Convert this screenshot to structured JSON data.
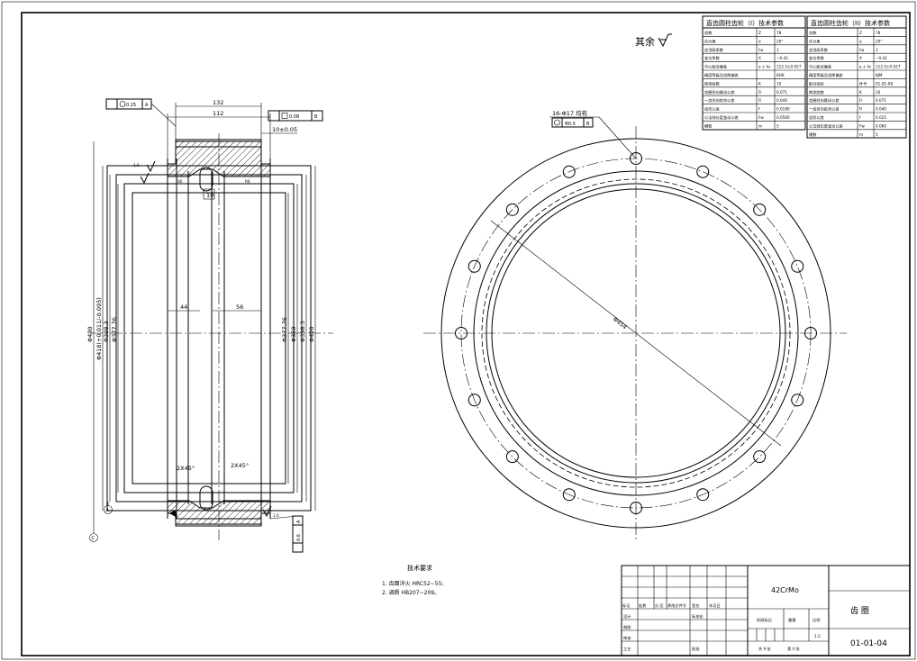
{
  "unmarked_roughness_label": "其余",
  "section_view": {
    "datum_a": "A",
    "datum_b": "B",
    "datum_c": "C",
    "fcf_top_left": "0.25",
    "fcf_top_left_datum": "A",
    "fcf_top_right": "0.08",
    "fcf_top_right_datum": "B",
    "fcf_bottom": "0.6",
    "fcf_bottom_datum": "A",
    "dim_132": "132",
    "dim_112": "112",
    "dim_10": "10±0.05",
    "dim_19": "19",
    "dim_44": "44",
    "dim_56": "56",
    "chamfer_left": "2X45°",
    "chamfer_right": "2X45°",
    "dia_left": [
      "Φ490",
      "Φ418(+0.011/-0.095)",
      "Φ398.3",
      "Φ377.76"
    ],
    "dia_right": [
      "Φ377.76",
      "Φ350",
      "Φ398.3",
      "Φ420"
    ],
    "roughness_1": "1.6",
    "roughness_2": "1.6",
    "surf_small": "R6"
  },
  "front_view": {
    "holes_note": "16-Φ17  均布",
    "fcf_holes": "Φ0.5",
    "fcf_holes_datum": "B",
    "pcd_label": "Φ454"
  },
  "gear_table_1": {
    "title": "直齿圆柱齿轮（I）技术参数",
    "rows": [
      [
        "齿数",
        "Z",
        "78"
      ],
      [
        "压力角",
        "α",
        "20°"
      ],
      [
        "齿顶高系数",
        "ha",
        "1"
      ],
      [
        "变位系数",
        "X",
        "−0.42"
      ],
      [
        "中心距及偏差",
        "a ± fa",
        "112.5±0.027"
      ],
      [
        "精度等级及齿厚偏差",
        "",
        "8HK"
      ],
      [
        "跨测齿数",
        "K",
        "10"
      ],
      [
        "齿圈径向跳动公差",
        "Fr",
        "0.071"
      ],
      [
        "一齿径向综合公差",
        "Fi",
        "0.040"
      ],
      [
        "齿形公差",
        "f",
        "0.0180"
      ],
      [
        "公法线长度变动公差",
        "Fw",
        "0.0500"
      ],
      [
        "模数",
        "m",
        "5"
      ]
    ]
  },
  "gear_table_2": {
    "title": "直齿圆柱齿轮（II）技术参数",
    "rows": [
      [
        "齿数",
        "Z",
        "78"
      ],
      [
        "压力角",
        "α",
        "20°"
      ],
      [
        "齿顶高系数",
        "ha",
        "1"
      ],
      [
        "变位系数",
        "X",
        "−0.42"
      ],
      [
        "中心距及偏差",
        "a ± fa",
        "112.5±0.027"
      ],
      [
        "精度等级及齿厚偏差",
        "",
        "8JM"
      ],
      [
        "配对齿轮",
        "件号",
        "01-01-08"
      ],
      [
        "跨测齿数",
        "K",
        "10"
      ],
      [
        "齿圈径向跳动公差",
        "Fr",
        "0.071"
      ],
      [
        "一齿径向综合公差",
        "Fi",
        "0.040"
      ],
      [
        "齿形公差",
        "f",
        "0.025"
      ],
      [
        "公法线长度变动公差",
        "Fw",
        "0.060"
      ],
      [
        "模数",
        "m",
        "5"
      ]
    ]
  },
  "tech_req": {
    "title": "技术要求",
    "items": [
      "1. 齿面淬火 HRC52~55;",
      "2. 调质 HB207~209。"
    ]
  },
  "title_block": {
    "material": "42CrMo",
    "part_name": "齿 圈",
    "drawing_no": "01-01-04",
    "scale": "1:2",
    "sheets": "共 9 张",
    "sheet_no": "第 4 张",
    "row_labels": [
      "标记",
      "处数",
      "分 区",
      "更改文件号",
      "签名",
      "年月日"
    ],
    "design": "设计",
    "standardize": "标准化",
    "draw": "制图",
    "review": "审核",
    "process": "工艺",
    "approve": "批准",
    "stage_mark": "阶段标记",
    "weight": "重量",
    "scale_label": "比例"
  }
}
